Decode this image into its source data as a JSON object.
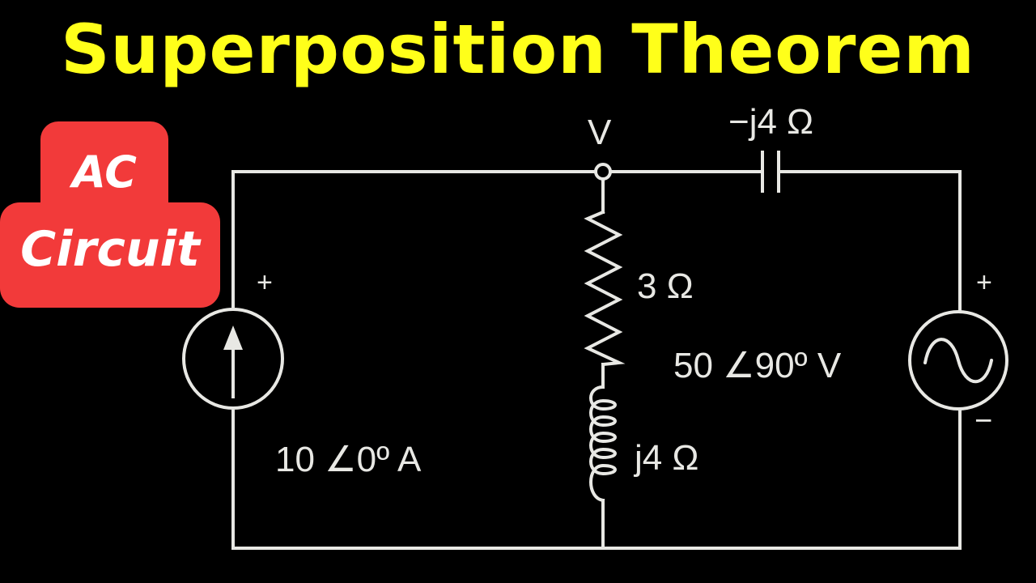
{
  "title": "Superposition Theorem",
  "badge": {
    "line1": "AC",
    "line2": "Circuit",
    "color": "#f23a3a"
  },
  "colors": {
    "title": "#ffff1a",
    "wire": "#e8e8e4",
    "background": "#000000"
  },
  "circuit": {
    "node_label": "V",
    "capacitor_label": "−j4 Ω",
    "resistor_label": "3 Ω",
    "inductor_label": "j4 Ω",
    "voltage_source_label": "50 ∠90º V",
    "current_source_label": "10 ∠0º A",
    "current_source_plus": "+",
    "voltage_source_plus": "+",
    "voltage_source_minus": "−"
  }
}
